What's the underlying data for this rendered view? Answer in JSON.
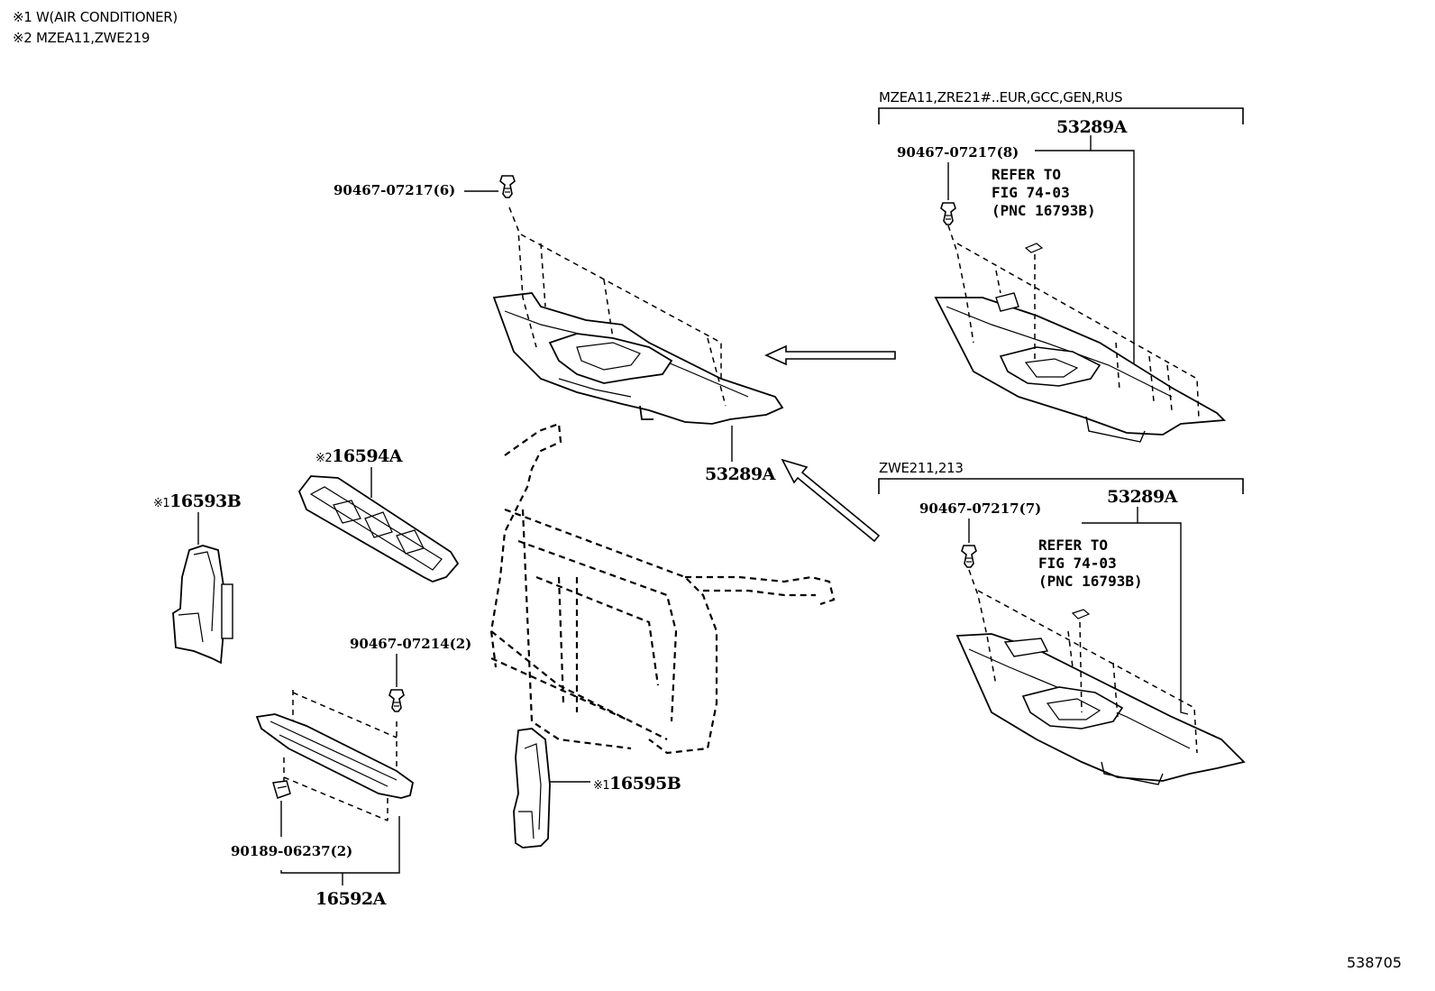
{
  "notes": [
    {
      "mark": "※1",
      "text": "W(AIR CONDITIONER)"
    },
    {
      "mark": "※2",
      "text": "MZEA11,ZWE219"
    }
  ],
  "groups": {
    "top_right": {
      "condition": "MZEA11,ZRE21#..EUR,GCC,GEN,RUS",
      "part": "53289A",
      "clip": "90467-07217(8)",
      "refer": [
        "REFER TO",
        "FIG 74-03",
        "(PNC 16793B)"
      ]
    },
    "bottom_right": {
      "condition": "ZWE211,213",
      "part": "53289A",
      "clip": "90467-07217(7)",
      "refer": [
        "REFER TO",
        "FIG 74-03",
        "(PNC 16793B)"
      ]
    }
  },
  "labels": {
    "main_clip": "90467-07217(6)",
    "main_part": "53289A",
    "seal_upper_mark": "※2",
    "seal_upper": "16594A",
    "seal_side_left_mark": "※1",
    "seal_side_left": "16593B",
    "seal_side_right_mark": "※1",
    "seal_side_right": "16595B",
    "lower_clip": "90467-07214(2)",
    "lower_fastener": "90189-06237(2)",
    "seal_lower": "16592A"
  },
  "figure_number": "538705",
  "icons": [
    "push-clip-icon",
    "grommet-nut-icon",
    "direction-arrow-icon"
  ]
}
